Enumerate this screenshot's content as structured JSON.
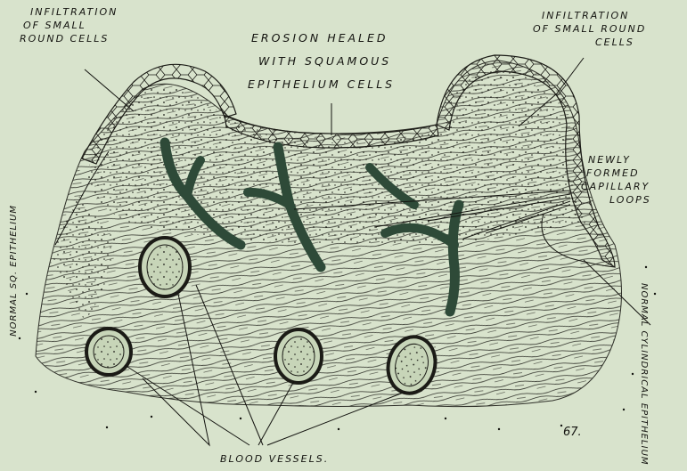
{
  "figure": {
    "labels": {
      "infiltration_left": [
        "INFILTRATION",
        "OF SMALL",
        "ROUND CELLS"
      ],
      "erosion_healed": [
        "EROSION HEALED",
        "WITH SQUAMOUS",
        "EPITHELIUM CELLS"
      ],
      "infiltration_right": [
        "INFILTRATION",
        "OF SMALL ROUND",
        "CELLS"
      ],
      "newly_formed": [
        "NEWLY",
        "FORMED",
        "CAPILLARY",
        "LOOPS"
      ],
      "normal_left": [
        "NORMAL",
        "SQ. EPITHELIUM"
      ],
      "normal_right": [
        "NORMAL",
        "CYLINDRICAL",
        "EPITHELIUM"
      ],
      "blood_vessels": "BLOOD VESSELS.",
      "figure_number": "67."
    },
    "colors": {
      "background": "#d8e3cc",
      "ink": "#141410",
      "capillary": "#2e4a38"
    }
  }
}
